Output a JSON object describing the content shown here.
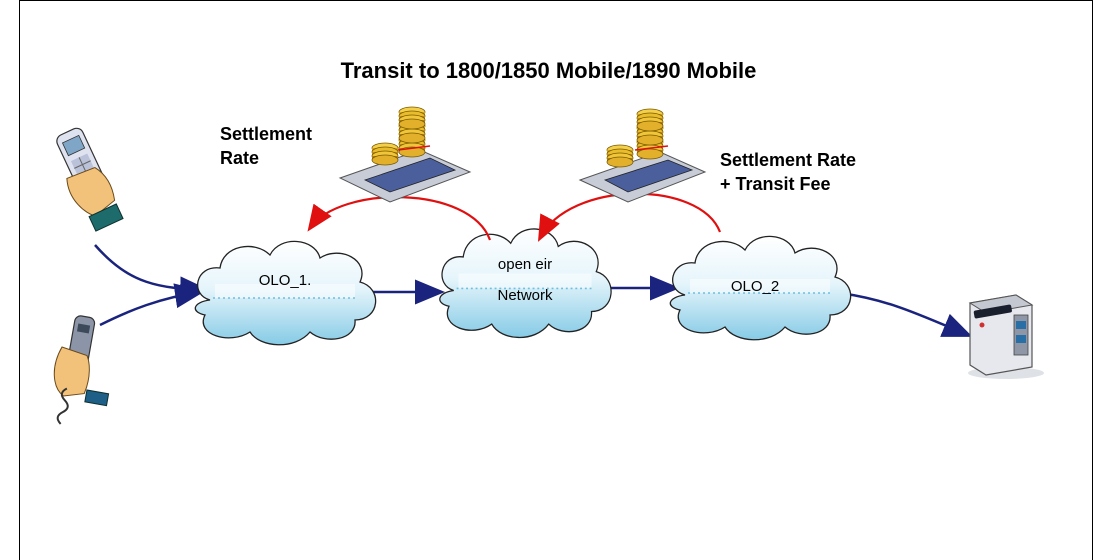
{
  "title": "Transit to 1800/1850 Mobile/1890 Mobile",
  "labels": {
    "settlement_rate_line1": "Settlement",
    "settlement_rate_line2": "Rate",
    "settlement_transit_line1": "Settlement Rate",
    "settlement_transit_line2": "+ Transit Fee"
  },
  "clouds": {
    "olo1": "OLO_1.",
    "openeir_line1": "open eir",
    "openeir_line2": "Network",
    "olo2": "OLO_2"
  },
  "colors": {
    "flow_arrow": "#1a237e",
    "payment_arrow": "#e01010",
    "cloud_top": "#ffffff",
    "cloud_bottom": "#8fd0e8",
    "coin": "#d4a017"
  },
  "icons": [
    "mobile-phone-icon",
    "desk-phone-icon",
    "coins-stack-icon",
    "handset-device-icon"
  ]
}
